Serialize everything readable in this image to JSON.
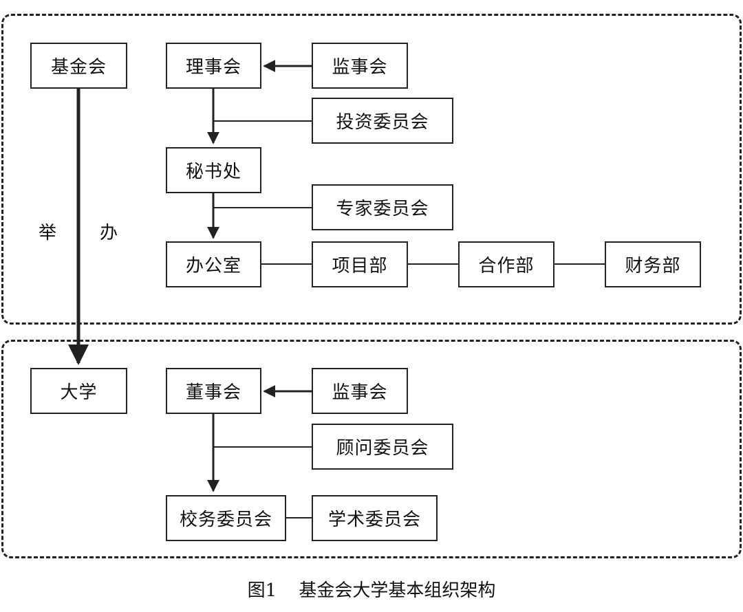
{
  "groups": {
    "foundation": {
      "org": "基金会",
      "council": "理事会",
      "supervisors": "监事会",
      "investment_committee": "投资委员会",
      "secretariat": "秘书处",
      "expert_committee": "专家委员会",
      "office": "办公室",
      "project_dept": "项目部",
      "cooperation_dept": "合作部",
      "finance_dept": "财务部"
    },
    "university": {
      "org": "大学",
      "board": "董事会",
      "supervisors": "监事会",
      "advisory_committee": "顾问委员会",
      "school_affairs_committee": "校务委员会",
      "academic_committee": "学术委员会"
    }
  },
  "link": {
    "label_left": "举",
    "label_right": "办"
  },
  "caption": {
    "number": "图1",
    "title": "基金会大学基本组织架构"
  }
}
